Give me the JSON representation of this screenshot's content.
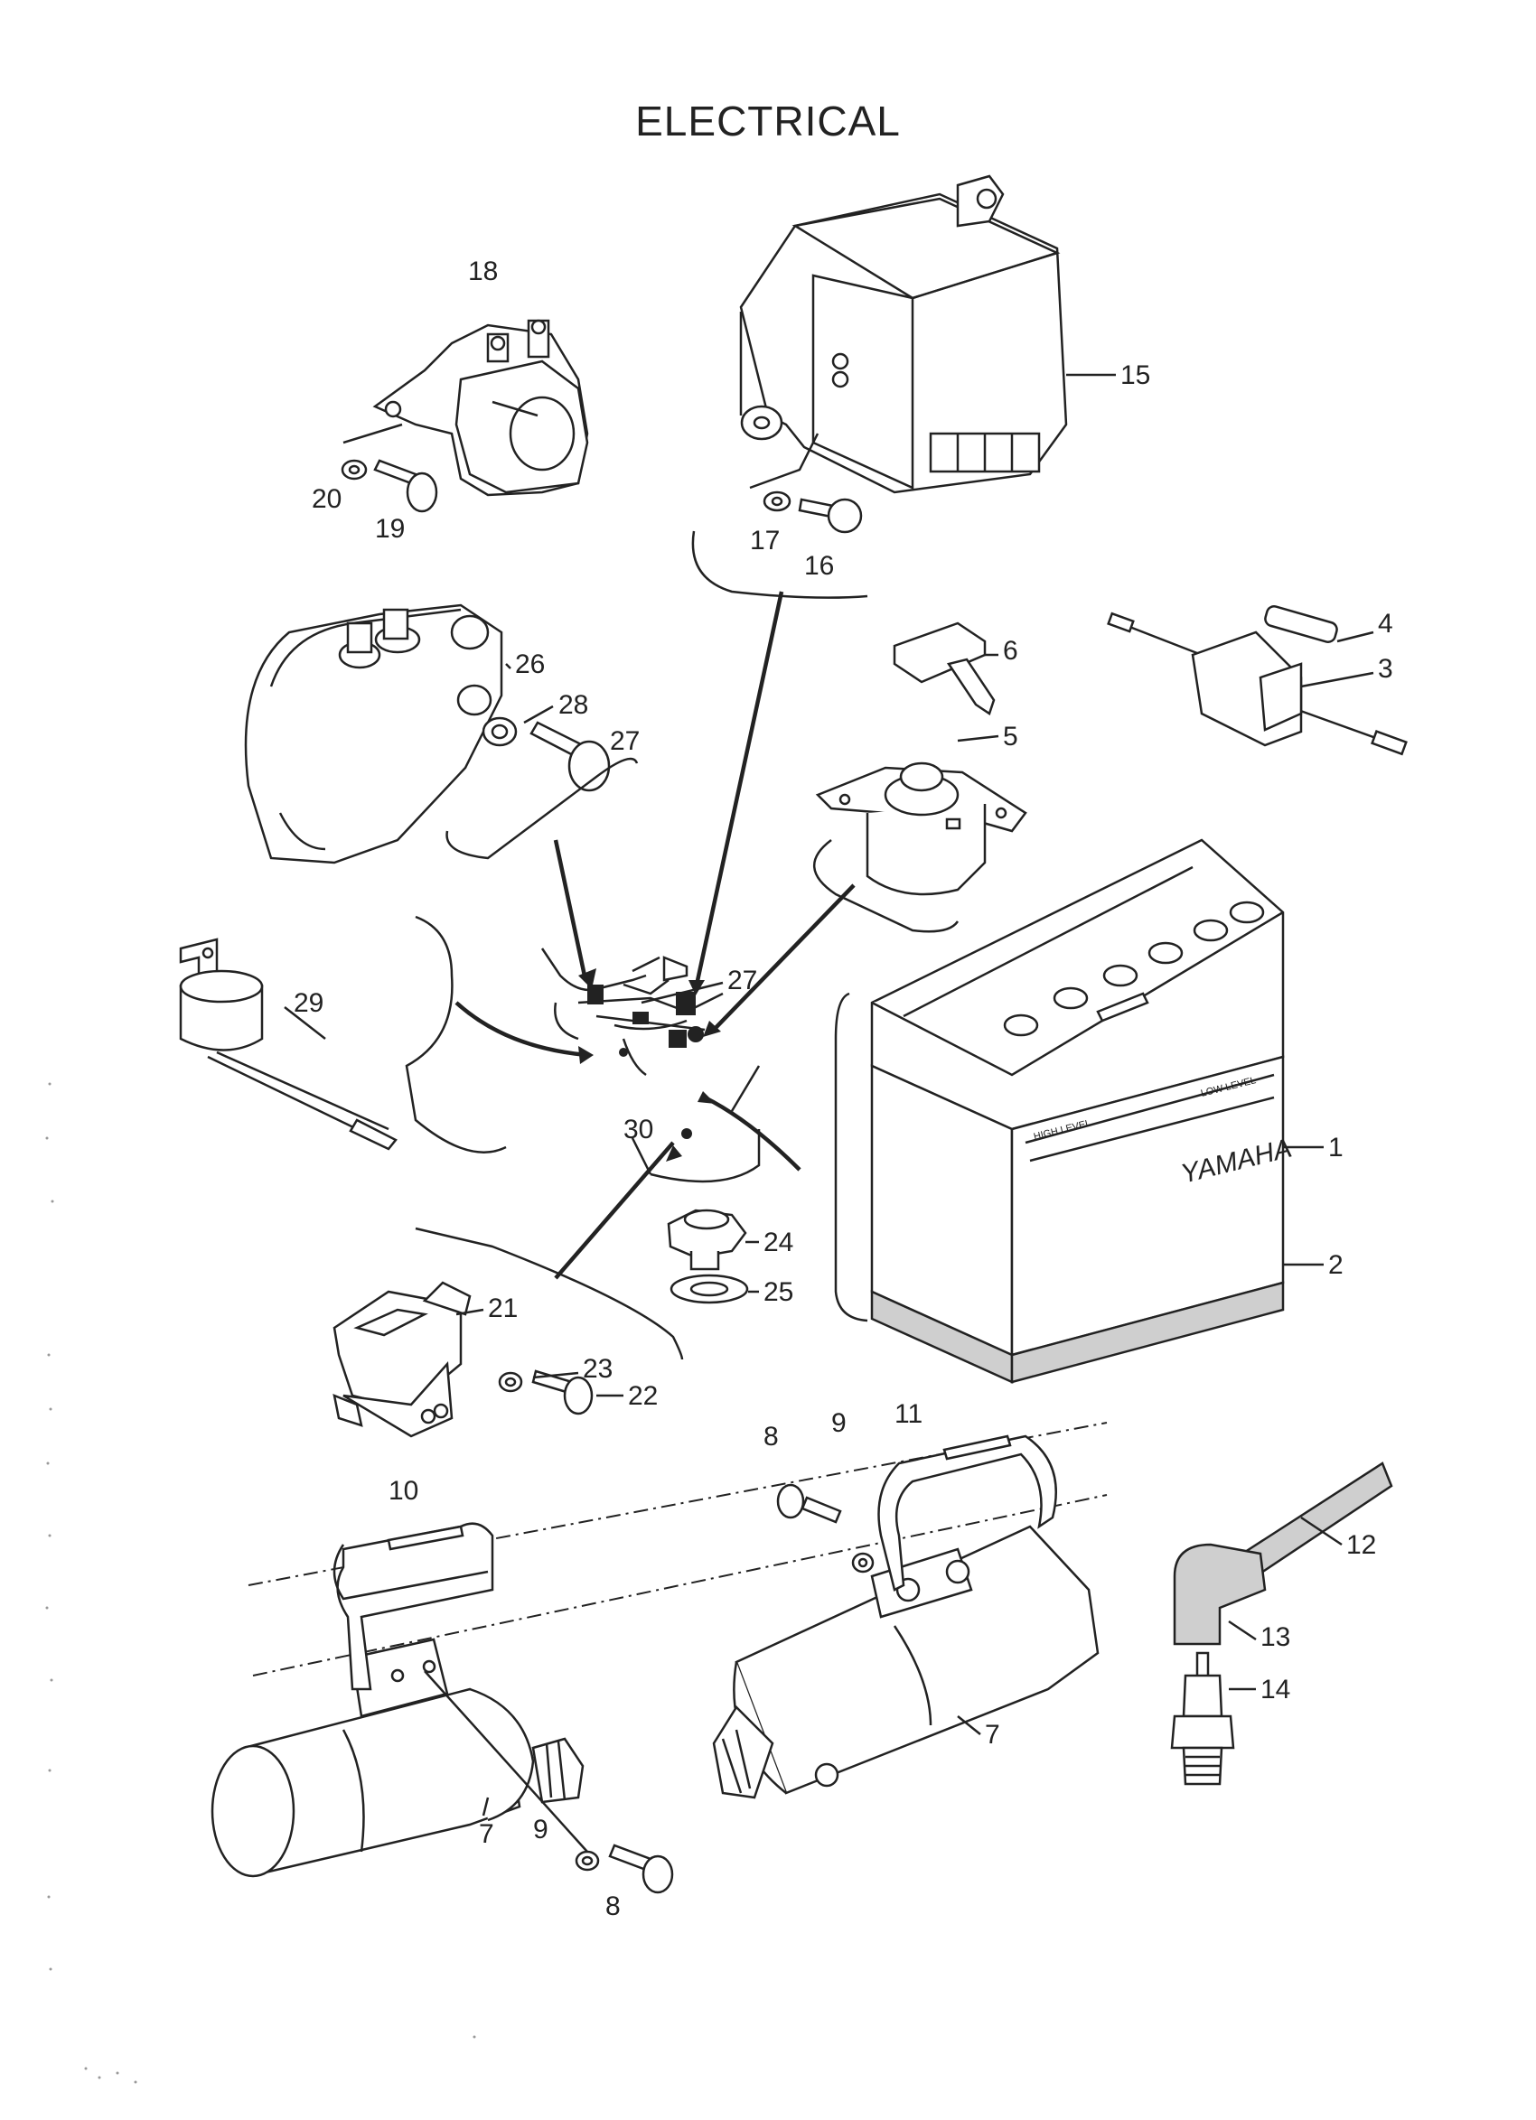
{
  "title": "ELECTRICAL",
  "battery_text": {
    "high": "HIGH LEVEL",
    "low": "LOW LEVEL",
    "brand": "YAMAHA"
  },
  "labels": {
    "c1": "1",
    "c2": "2",
    "c3": "3",
    "c4": "4",
    "c5": "5",
    "c6": "6",
    "c7a": "7",
    "c7b": "7",
    "c8a": "8",
    "c8b": "8",
    "c9a": "9",
    "c9b": "9",
    "c10": "10",
    "c11": "11",
    "c12": "12",
    "c13": "13",
    "c14": "14",
    "c15": "15",
    "c16": "16",
    "c17": "17",
    "c18": "18",
    "c19": "19",
    "c20": "20",
    "c21": "21",
    "c22": "22",
    "c23": "23",
    "c24": "24",
    "c25": "25",
    "c26": "26",
    "c27a": "27",
    "c27b": "27",
    "c28": "28",
    "c29": "29",
    "c30": "30"
  },
  "parts": [
    "battery",
    "battery-pad",
    "fuse-holder",
    "fuse",
    "main-switch",
    "key",
    "starter-motor",
    "bolt",
    "washer",
    "starter-band",
    "starter-band",
    "plug-cap-lead",
    "plug-cap",
    "spark-plug",
    "voltage-regulator",
    "bolt",
    "washer",
    "starter-relay",
    "bolt",
    "washer",
    "ignition-coil",
    "bolt",
    "washer",
    "neutral-switch",
    "gasket",
    "flasher-relay",
    "bolt",
    "washer",
    "horn",
    "wire-harness"
  ]
}
